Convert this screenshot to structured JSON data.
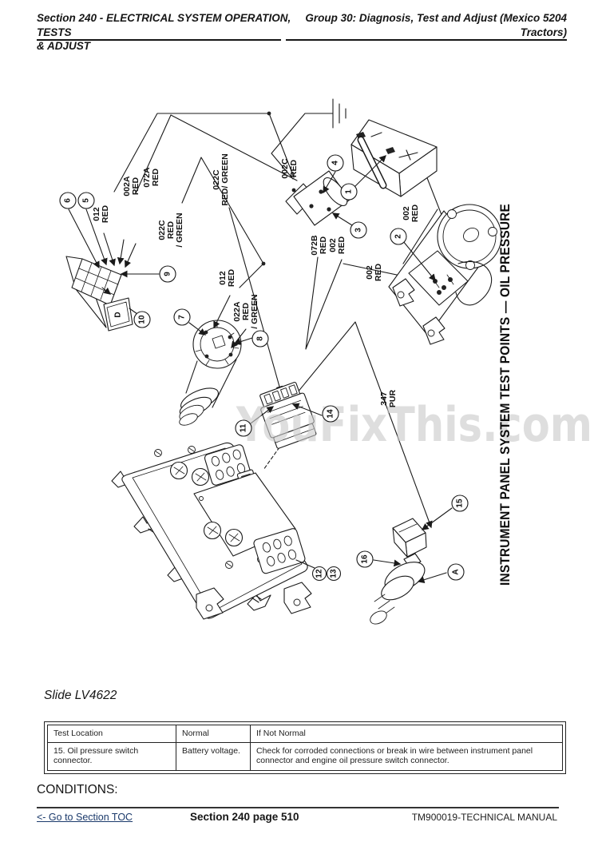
{
  "header": {
    "left_line1": "Section 240 - ELECTRICAL SYSTEM OPERATION, TESTS",
    "left_line2": "& ADJUST",
    "right_line1": "Group 30: Diagnosis, Test and Adjust (Mexico 5204",
    "right_line2": "Tractors)"
  },
  "diagram": {
    "vertical_title": "INSTRUMENT PANEL SYSTEM TEST POINTS — OIL PRESSURE",
    "watermark": "YouFixThis.com",
    "block_letter": "D",
    "wire_labels": [
      {
        "lines": [
          "012",
          "RED"
        ]
      },
      {
        "lines": [
          "002A",
          "RED"
        ]
      },
      {
        "lines": [
          "072A",
          "RED"
        ]
      },
      {
        "lines": [
          "022C",
          "RED",
          "/ GREEN"
        ]
      },
      {
        "lines": [
          "022C",
          "RED/ GREEN"
        ]
      },
      {
        "lines": [
          "002C",
          "RED"
        ]
      },
      {
        "lines": [
          "072B",
          "RED"
        ]
      },
      {
        "lines": [
          "002",
          "RED"
        ]
      },
      {
        "lines": [
          "002",
          "RED"
        ]
      },
      {
        "lines": [
          "002",
          "RED"
        ]
      },
      {
        "lines": [
          "012",
          "RED"
        ]
      },
      {
        "lines": [
          "022A",
          "RED",
          "/ GREEN"
        ]
      },
      {
        "lines": [
          "347",
          "PUR"
        ]
      }
    ],
    "callouts": [
      {
        "label": "1"
      },
      {
        "label": "2"
      },
      {
        "label": "3"
      },
      {
        "label": "4"
      },
      {
        "label": "5"
      },
      {
        "label": "6"
      },
      {
        "label": "7"
      },
      {
        "label": "8"
      },
      {
        "label": "9"
      },
      {
        "label": "10"
      },
      {
        "label": "11"
      },
      {
        "label": "12"
      },
      {
        "label": "13"
      },
      {
        "label": "14"
      },
      {
        "label": "15"
      },
      {
        "label": "16"
      },
      {
        "label": "A"
      }
    ]
  },
  "slide_caption": "Slide LV4622",
  "table": {
    "headers": [
      "Test Location",
      "Normal",
      "If Not Normal"
    ],
    "rows": [
      {
        "test_location": "15. Oil pressure switch connector.",
        "normal": "Battery voltage.",
        "if_not_normal": "Check for corroded connections or break in wire between instrument panel connector and engine oil pressure switch connector."
      }
    ]
  },
  "conditions_label": "CONDITIONS:",
  "footer": {
    "toc_link": "<- Go to Section TOC",
    "page_label": "Section 240 page 510",
    "manual_label": "TM900019-TECHNICAL MANUAL"
  }
}
